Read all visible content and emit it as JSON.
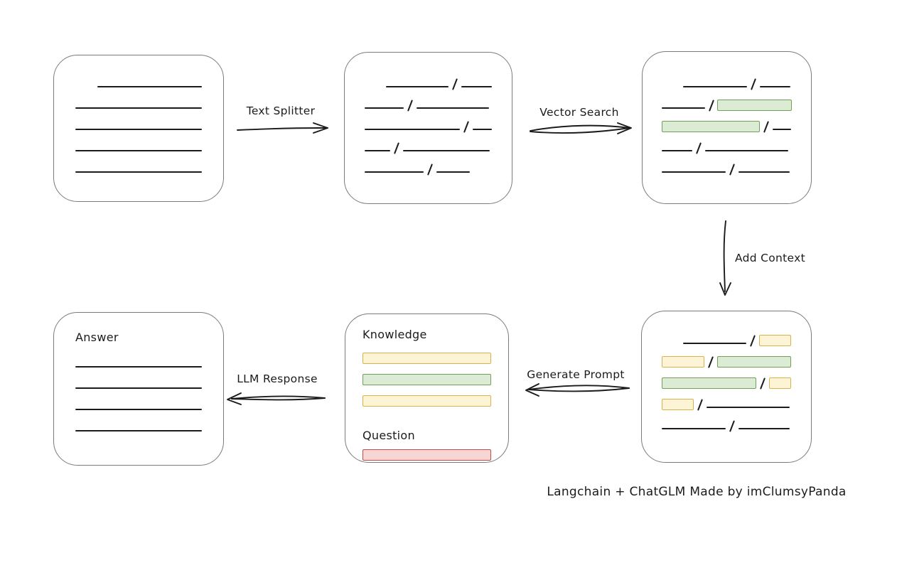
{
  "diagram": {
    "caption": "Langchain + ChatGLM Made by imClumsyPanda",
    "colors": {
      "box_border": "#7b7b7b",
      "stroke": "#1b1b1b",
      "green_fill": "#dcebd3",
      "green_border": "#71a058",
      "yellow_fill": "#fdf3d5",
      "yellow_border": "#d8b34c",
      "red_fill": "#f7d5d3",
      "red_border": "#bf4e48"
    },
    "arrows": {
      "text_splitter": {
        "label": "Text Splitter",
        "direction": "right"
      },
      "vector_search": {
        "label": "Vector Search",
        "direction": "right"
      },
      "add_context": {
        "label": "Add Context",
        "direction": "down"
      },
      "generate_prompt": {
        "label": "Generate Prompt",
        "direction": "left"
      },
      "llm_response": {
        "label": "LLM Response",
        "direction": "left"
      }
    },
    "boxes": {
      "document": {
        "rows": [
          {
            "indent": 31,
            "segs": [
              {
                "t": "line",
                "w": 148
              }
            ]
          },
          {
            "segs": [
              {
                "t": "line",
                "w": 180
              }
            ]
          },
          {
            "segs": [
              {
                "t": "line",
                "w": 180
              }
            ]
          },
          {
            "segs": [
              {
                "t": "line",
                "w": 180
              }
            ]
          },
          {
            "segs": [
              {
                "t": "line",
                "w": 180
              }
            ]
          }
        ]
      },
      "split_text": {
        "rows": [
          {
            "indent": 30,
            "segs": [
              {
                "t": "line",
                "w": 90
              },
              {
                "t": "slash"
              },
              {
                "t": "line",
                "w": 44
              }
            ]
          },
          {
            "segs": [
              {
                "t": "line",
                "w": 55
              },
              {
                "t": "slash"
              },
              {
                "t": "line",
                "w": 102
              }
            ]
          },
          {
            "segs": [
              {
                "t": "line",
                "w": 135
              },
              {
                "t": "slash"
              },
              {
                "t": "line",
                "w": 27
              }
            ]
          },
          {
            "segs": [
              {
                "t": "line",
                "w": 36
              },
              {
                "t": "slash"
              },
              {
                "t": "line",
                "w": 122
              }
            ]
          },
          {
            "segs": [
              {
                "t": "line",
                "w": 83
              },
              {
                "t": "slash"
              },
              {
                "t": "line",
                "w": 47
              }
            ]
          }
        ]
      },
      "retrieved": {
        "rows": [
          {
            "indent": 30,
            "segs": [
              {
                "t": "line",
                "w": 90
              },
              {
                "t": "slash"
              },
              {
                "t": "line",
                "w": 43
              }
            ]
          },
          {
            "segs": [
              {
                "t": "line",
                "w": 62
              },
              {
                "t": "slash"
              },
              {
                "t": "green",
                "w": 107
              }
            ]
          },
          {
            "segs": [
              {
                "t": "green",
                "w": 138
              },
              {
                "t": "slash"
              },
              {
                "t": "line",
                "w": 26
              }
            ]
          },
          {
            "segs": [
              {
                "t": "line",
                "w": 43
              },
              {
                "t": "slash"
              },
              {
                "t": "line",
                "w": 117
              }
            ]
          },
          {
            "segs": [
              {
                "t": "line",
                "w": 90
              },
              {
                "t": "slash"
              },
              {
                "t": "line",
                "w": 72
              }
            ]
          }
        ]
      },
      "context": {
        "rows": [
          {
            "indent": 30,
            "segs": [
              {
                "t": "line",
                "w": 93
              },
              {
                "t": "slash"
              },
              {
                "t": "yellow",
                "w": 47
              }
            ]
          },
          {
            "segs": [
              {
                "t": "yellow",
                "w": 62
              },
              {
                "t": "slash"
              },
              {
                "t": "green",
                "w": 107
              }
            ]
          },
          {
            "segs": [
              {
                "t": "green",
                "w": 138
              },
              {
                "t": "slash"
              },
              {
                "t": "yellow",
                "w": 32
              }
            ]
          },
          {
            "segs": [
              {
                "t": "yellow",
                "w": 45
              },
              {
                "t": "slash"
              },
              {
                "t": "line",
                "w": 117
              }
            ]
          },
          {
            "segs": [
              {
                "t": "line",
                "w": 90
              },
              {
                "t": "slash"
              },
              {
                "t": "line",
                "w": 72
              }
            ]
          }
        ]
      },
      "prompt": {
        "knowledge_label": "Knowledge",
        "question_label": "Question",
        "knowledge_bars": [
          {
            "segs": [
              {
                "t": "yellow",
                "w": 183
              }
            ]
          },
          {
            "segs": [
              {
                "t": "green",
                "w": 183
              }
            ]
          },
          {
            "segs": [
              {
                "t": "yellow",
                "w": 183
              }
            ]
          }
        ],
        "question_bars": [
          {
            "segs": [
              {
                "t": "red",
                "w": 183
              }
            ]
          }
        ]
      },
      "answer": {
        "label": "Answer",
        "rows": [
          {
            "segs": [
              {
                "t": "line",
                "w": 180
              }
            ]
          },
          {
            "segs": [
              {
                "t": "line",
                "w": 180
              }
            ]
          },
          {
            "segs": [
              {
                "t": "line",
                "w": 180
              }
            ]
          },
          {
            "segs": [
              {
                "t": "line",
                "w": 180
              }
            ]
          }
        ]
      }
    }
  }
}
